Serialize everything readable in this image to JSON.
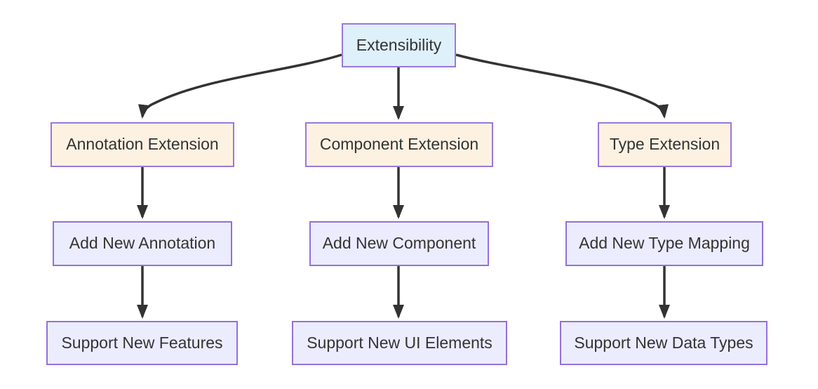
{
  "diagram": {
    "type": "flowchart",
    "root": {
      "label": "Extensibility"
    },
    "branches": [
      {
        "label": "Annotation Extension",
        "action": "Add New Annotation",
        "result": "Support New Features"
      },
      {
        "label": "Component Extension",
        "action": "Add New Component",
        "result": "Support New UI Elements"
      },
      {
        "label": "Type Extension",
        "action": "Add New Type Mapping",
        "result": "Support New Data Types"
      }
    ],
    "edges": [
      {
        "from": "Extensibility",
        "to": "Annotation Extension"
      },
      {
        "from": "Extensibility",
        "to": "Component Extension"
      },
      {
        "from": "Extensibility",
        "to": "Type Extension"
      },
      {
        "from": "Annotation Extension",
        "to": "Add New Annotation"
      },
      {
        "from": "Component Extension",
        "to": "Add New Component"
      },
      {
        "from": "Type Extension",
        "to": "Add New Type Mapping"
      },
      {
        "from": "Add New Annotation",
        "to": "Support New Features"
      },
      {
        "from": "Add New Component",
        "to": "Support New UI Elements"
      },
      {
        "from": "Add New Type Mapping",
        "to": "Support New Data Types"
      }
    ],
    "colors": {
      "root_fill": "#def0fa",
      "root_border": "#9a77dd",
      "branch_fill": "#fdf2e2",
      "branch_border": "#9a77dd",
      "leaf_fill": "#ececff",
      "leaf_border": "#9370db",
      "edge": "#333333",
      "text": "#333333",
      "background": "#ffffff"
    }
  }
}
